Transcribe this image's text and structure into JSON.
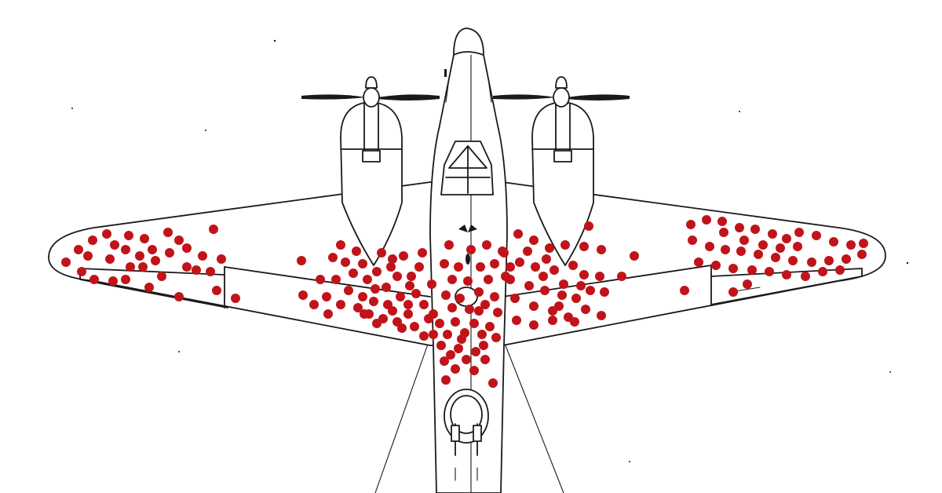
{
  "diagram": {
    "subject": "aircraft-plan-view",
    "colors": {
      "background": "#ffffff",
      "linework": "#1a1a1a",
      "hit_marker": "#c0141a"
    },
    "hit_regions": [
      {
        "name": "left-wingtip",
        "hits": 34
      },
      {
        "name": "left-inner-wing",
        "hits": 48
      },
      {
        "name": "fuselage-center",
        "hits": 44
      },
      {
        "name": "right-inner-wing",
        "hits": 40
      },
      {
        "name": "right-wingtip",
        "hits": 40
      }
    ]
  }
}
